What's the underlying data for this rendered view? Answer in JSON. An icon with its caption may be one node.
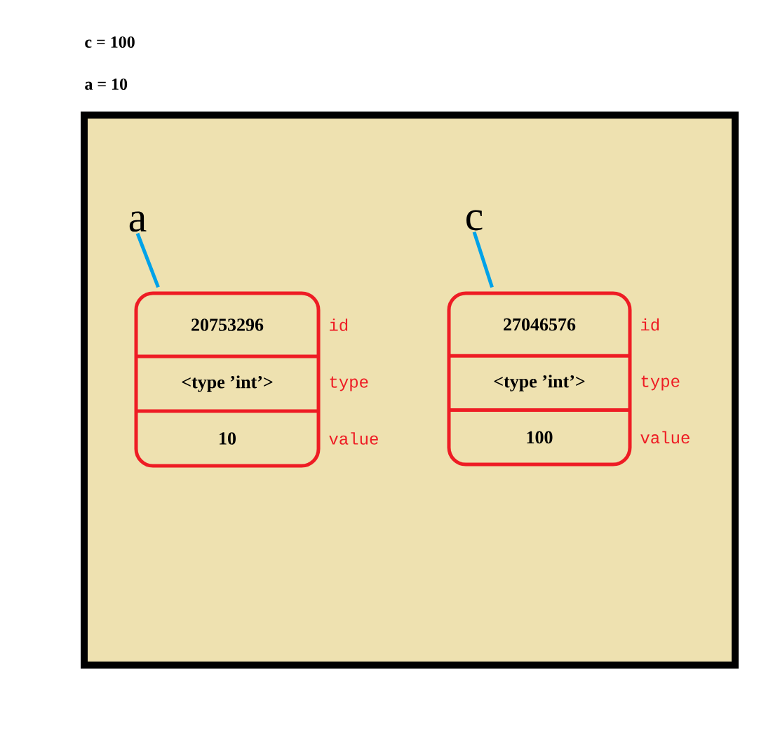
{
  "diagram": {
    "nodes": [
      {
        "text": [],
        "shape": "box"
      },
      {
        "text": [
          "a"
        ],
        "in": 0
      },
      {
        "text": [
          "20753296",
          "<type ’int’>",
          "10"
        ],
        "beside": [
          "id",
          "type",
          "value"
        ],
        "in": 0
      },
      {
        "text": [
          "c"
        ],
        "in": 0
      },
      {
        "text": [
          "27046576",
          "<type ’int’>",
          "100"
        ],
        "beside": [
          "id",
          "type",
          "value"
        ],
        "in": 0
      }
    ],
    "edges": [
      {
        "from": 1,
        "to": 2,
        "arrow": "none"
      },
      {
        "from": 3,
        "to": 4,
        "arrow": "none"
      }
    ],
    "labels": [
      "c = 100",
      "a = 10"
    ]
  }
}
